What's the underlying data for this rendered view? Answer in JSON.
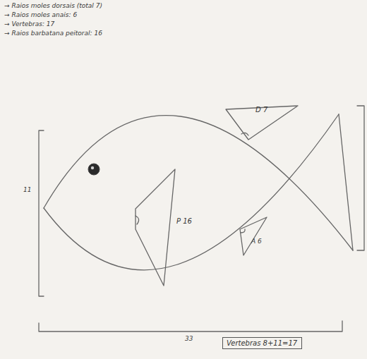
{
  "diagram": {
    "nodes": [
      {
        "text": [
          "Vertebras 8+11=17"
        ]
      }
    ],
    "labels": [
      "→ Raios moles dorsais (total 7)",
      "→ Raios moles anais: 6",
      "→ Vertebras: 17",
      "→ Raios barbatana peitoral: 16",
      "D 7",
      "P 16",
      "A 6",
      "11",
      "33"
    ]
  }
}
